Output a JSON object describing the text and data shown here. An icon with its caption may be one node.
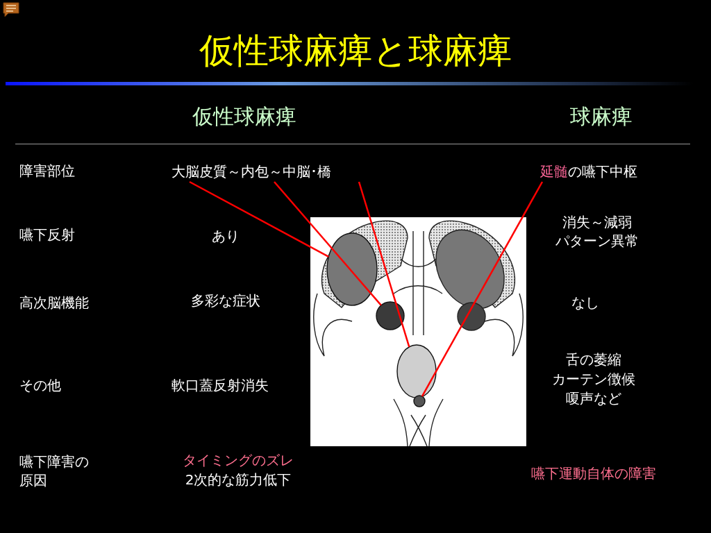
{
  "diagram": {
    "title": "仮性球麻痺と球麻痺",
    "nodes": [
      {
        "text": [
          "大脳皮質～内包～中脳･橋"
        ]
      },
      {
        "text": [
          "延髄",
          "の嚥下中枢"
        ]
      },
      {
        "text": [],
        "shape": "ellipse"
      },
      {
        "text": [],
        "shape": "circle"
      },
      {
        "text": [],
        "shape": "ellipse"
      },
      {
        "text": [],
        "shape": "circle"
      }
    ],
    "edges": [
      {
        "from": 0,
        "to": 2,
        "arrow": "none",
        "color": "#ff0000"
      },
      {
        "from": 0,
        "to": 3,
        "arrow": "none",
        "color": "#ff0000"
      },
      {
        "from": 0,
        "to": 4,
        "arrow": "none",
        "color": "#ff0000"
      },
      {
        "from": 1,
        "to": 5,
        "arrow": "none",
        "color": "#ff0000"
      }
    ],
    "labels": [
      "仮性球麻痺",
      "球麻痺",
      "障害部位",
      "嚥下反射",
      "あり",
      "消失～減弱",
      "パターン異常",
      "高次脳機能",
      "多彩な症状",
      "なし",
      "その他",
      "軟口蓋反射消失",
      "舌の萎縮",
      "カーテン徴候",
      "嗄声など",
      "嚥下障害の",
      "原因",
      "タイミングのズレ",
      "2次的な筋力低下",
      "嚥下運動自体の障害"
    ]
  }
}
